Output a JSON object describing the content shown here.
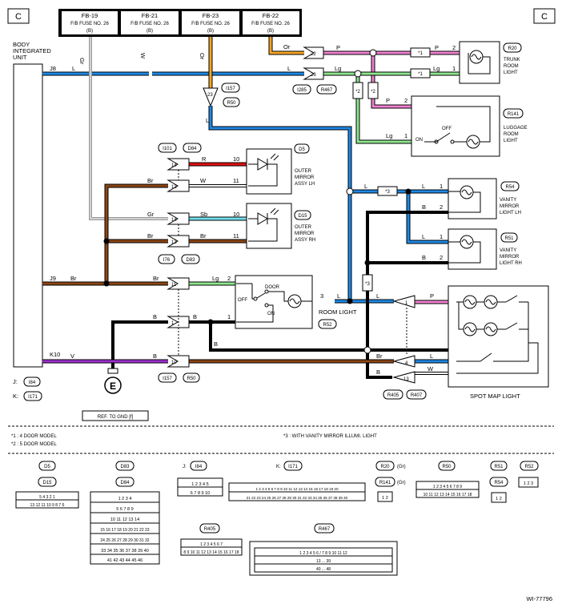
{
  "corner": {
    "left": "C",
    "right": "C"
  },
  "fuses": [
    {
      "id": "FB-19",
      "name": "F/B FUSE NO. 26",
      "sub": "(B)"
    },
    {
      "id": "FB-21",
      "name": "F/B FUSE NO. 26",
      "sub": "(B)"
    },
    {
      "id": "FB-23",
      "name": "F/B FUSE NO. 26",
      "sub": "(B)"
    },
    {
      "id": "FB-22",
      "name": "F/B FUSE NO. 26",
      "sub": "(B)"
    }
  ],
  "biu": {
    "l1": "BODY",
    "l2": "INTEGRATED",
    "l3": "UNIT"
  },
  "conn_refs": {
    "j": "J:",
    "j_id": "I84",
    "k": "K:",
    "k_id": "I171"
  },
  "biu_pins": {
    "j8": "J8",
    "j9": "J9",
    "k10": "K10"
  },
  "wire_colors": {
    "l": "L",
    "lg": "Lg",
    "p": "P",
    "or": "Or",
    "w": "W",
    "gr": "Gr",
    "br": "Br",
    "r": "R",
    "sb": "Sb",
    "b": "B",
    "v": "V"
  },
  "pins": {
    "p1": "1",
    "p2": "2",
    "p3": "3",
    "p4": "4",
    "p10": "10",
    "p11": "11",
    "p13": "13",
    "p14": "14",
    "p22": "22",
    "p23": "23"
  },
  "connectors": {
    "i157": "I157",
    "r50": "R50",
    "i285": "I285",
    "r467": "R467",
    "i101": "I101",
    "d84": "D84",
    "i76": "I76",
    "d83": "D83",
    "r405": "R405",
    "r407": "R407",
    "e": "E",
    "c23": "23"
  },
  "marks": {
    "s1": "*1",
    "s2": "*2",
    "s3": "*3"
  },
  "components": {
    "r20": {
      "id": "R20",
      "l1": "TRUNK",
      "l2": "ROOM",
      "l3": "LIGHT"
    },
    "r141": {
      "id": "R141",
      "l1": "LUGGAGE",
      "l2": "ROOM",
      "l3": "LIGHT",
      "off": "OFF",
      "on": "ON"
    },
    "d5": {
      "id": "D5",
      "l1": "OUTER",
      "l2": "MIRROR",
      "l3": "ASSY LH"
    },
    "d15": {
      "id": "D15",
      "l1": "OUTER",
      "l2": "MIRROR",
      "l3": "ASSY RH"
    },
    "r54": {
      "id": "R54",
      "l1": "VANITY",
      "l2": "MIRROR",
      "l3": "LIGHT LH"
    },
    "r51": {
      "id": "R51",
      "l1": "VANITY",
      "l2": "MIRROR",
      "l3": "LIGHT RH"
    },
    "r52": {
      "id": "R52",
      "name": "ROOM LIGHT",
      "door": "DOOR",
      "off": "OFF",
      "on": "ON"
    },
    "spot": {
      "name": "SPOT MAP LIGHT"
    }
  },
  "gnd_ref": "REF. TO GND  [f]",
  "notes": {
    "n1": "*1  : 4 DOOR MODEL",
    "n2": "*2  : 5 DOOR MODEL",
    "n3": "*3  : WITH VANITY MIRROR ILLUMI. LIGHT"
  },
  "conn_views": {
    "d5": "D5",
    "d15": "D15",
    "d83": "D83",
    "d84": "D84",
    "j": "J:",
    "j_id": "I84",
    "k": "K:",
    "k_id": "I171",
    "r20": "R20",
    "r20gr": "(Gr)",
    "r141": "R141",
    "r141gr": "(Gr)",
    "r50": "R50",
    "r51": "R51",
    "r52": "R52",
    "r54": "R54",
    "r405": "R405",
    "r467": "R467"
  },
  "pinrows": {
    "d5a": "5 4 3 2 1",
    "d5b": "13 12 11 10 9 8 7 6",
    "d83": [
      "1 2 3 4",
      "5 6 7 8 9",
      "10 11 12 13 14",
      "15 16 17 18 19 20 21 22 23",
      "24 25 26 27 28 29 30 31 32",
      "33 34 35 36 37 38 39 40",
      "41 42 43 44 45 46"
    ],
    "i84a": "1 2 3 4 5",
    "i84b": "6 7 8 9 10",
    "i171a": "1 2 3 4 5 6 7 8 9 10 11 12 13 14 15 16 17 18 19 20",
    "i171b": "21 22 23 24 25 26 27 28 29 30 31 32 33 34 35 36 37 38 39 40",
    "r20": "1 2",
    "r50a": "1 2 3 4 5 6 7 8 9",
    "r50b": "10 11 12 13 14 15 16 17 18",
    "r51": "1 2 3",
    "r54": "1 2",
    "r405a": "1 2 3 4 5 6 7",
    "r405b": "8 9 10 11 12 13 14 15 16 17 18",
    "r467a": "1 2 3 4 5 6 / 7 8 9 10 11 12",
    "r467b": "13 ... 39",
    "r467c": "40 ... 48"
  },
  "code": "WI-77796",
  "colors": {
    "blue": "#1e88e5",
    "lightgreen": "#8ee68e",
    "pink": "#f080d0",
    "orange": "#f5a623",
    "brown": "#8b4513",
    "red": "#e01010",
    "cyan": "#70e0f0",
    "gray": "#c0c0c0",
    "black": "#000000",
    "purple": "#9b30d0"
  }
}
